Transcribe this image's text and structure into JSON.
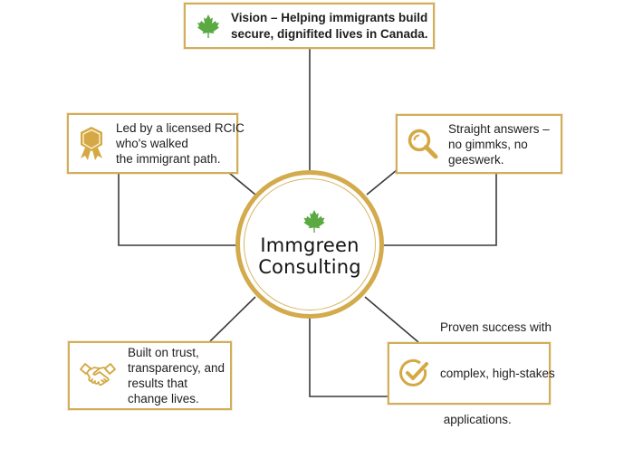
{
  "colors": {
    "gold": "#d2ad5a",
    "leaf_green": "#5aa943",
    "connector": "#3a3a3a",
    "text": "#1e1e1e"
  },
  "center": {
    "icon": "maple-leaf-icon",
    "name_line1": "Immgreen",
    "name_line2": "Consulting"
  },
  "nodes": {
    "vision": {
      "icon": "maple-leaf-icon",
      "lines": [
        "Vision – Helping immigrants build",
        "secure, dignifited lives in Canada."
      ]
    },
    "licensed": {
      "icon": "award-badge-icon",
      "lines": [
        "Led by a licensed RCIC",
        "who's walked",
        "the immigrant path."
      ]
    },
    "answers": {
      "icon": "magnifier-icon",
      "lines": [
        "Straight answers –",
        "no gimmks, no",
        "geeswerk."
      ]
    },
    "trust": {
      "icon": "handshake-icon",
      "lines": [
        "Built on trust,",
        "transparency, and",
        "results that",
        "change lives."
      ]
    },
    "success": {
      "icon": "check-circle-icon",
      "lines": [
        "Proven success with",
        "complex, high-stakes",
        " applications."
      ]
    }
  }
}
